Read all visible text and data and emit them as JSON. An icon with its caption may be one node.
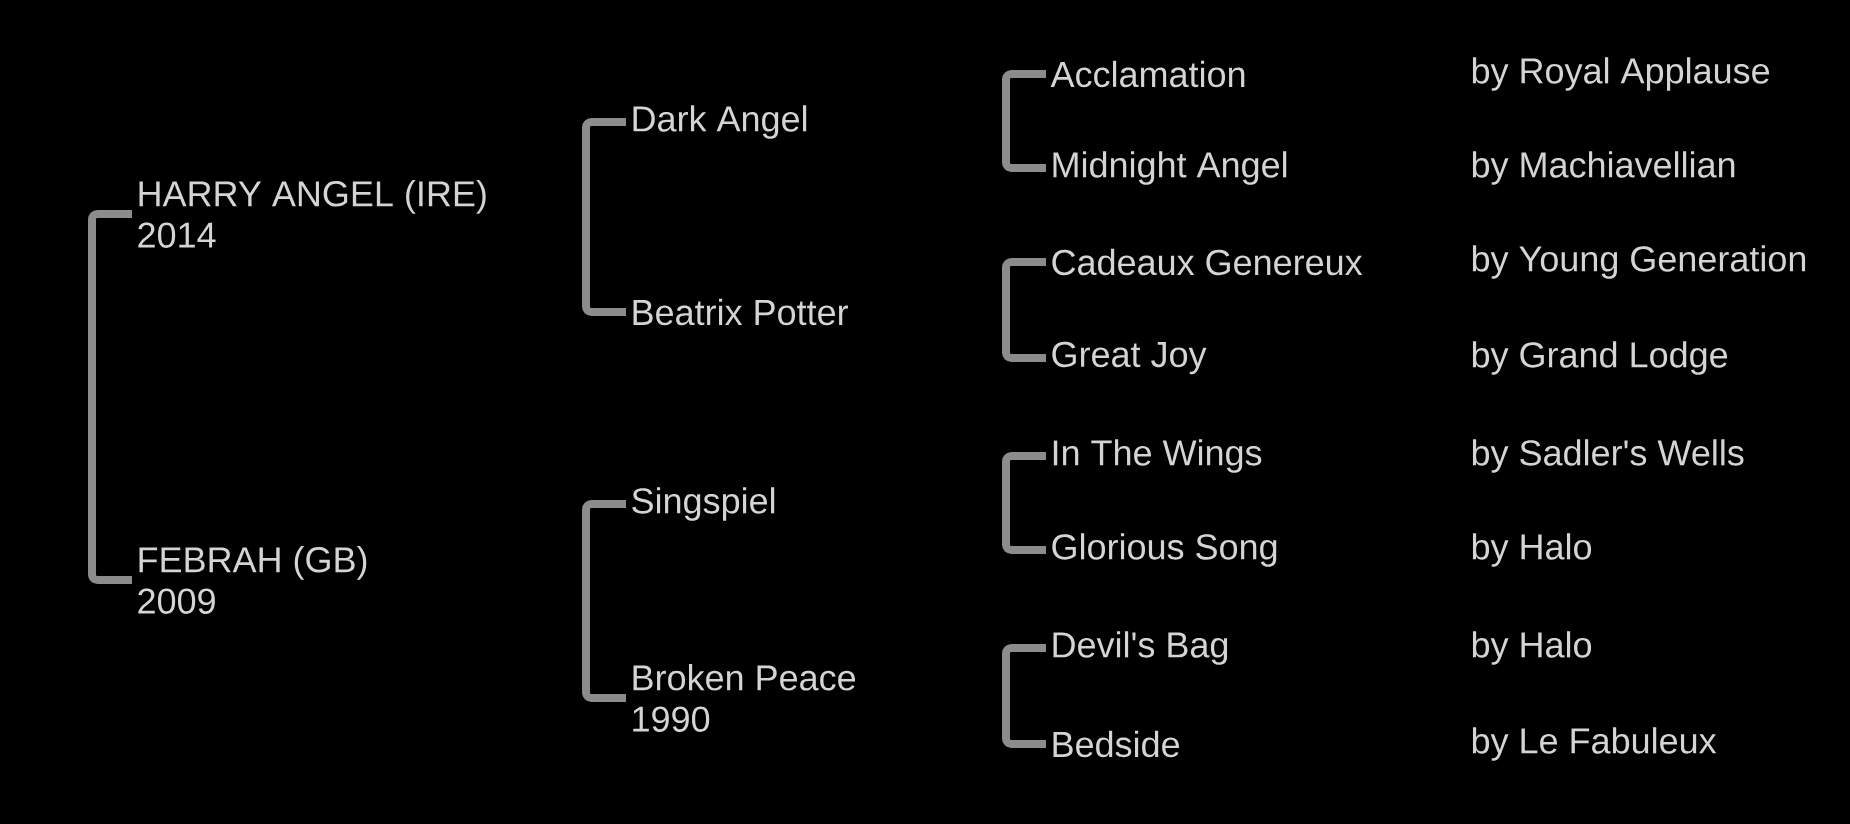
{
  "diagram": {
    "nodes": [
      {
        "text": [
          "HARRY ANGEL (IRE)",
          "2014"
        ]
      },
      {
        "text": [
          "FEBRAH (GB)",
          "2009"
        ]
      },
      {
        "text": [
          "Dark Angel"
        ]
      },
      {
        "text": [
          "Beatrix Potter"
        ]
      },
      {
        "text": [
          "Singspiel"
        ]
      },
      {
        "text": [
          "Broken Peace",
          "1990"
        ]
      },
      {
        "text": [
          "Acclamation"
        ]
      },
      {
        "text": [
          "Midnight Angel"
        ]
      },
      {
        "text": [
          "Cadeaux Genereux"
        ]
      },
      {
        "text": [
          "Great Joy"
        ]
      },
      {
        "text": [
          "In The Wings"
        ]
      },
      {
        "text": [
          "Glorious Song"
        ]
      },
      {
        "text": [
          "Devil's Bag"
        ]
      },
      {
        "text": [
          "Bedside"
        ]
      }
    ],
    "edges": [
      {
        "from": 0,
        "to": 1,
        "arrow": "none"
      },
      {
        "from": 2,
        "to": 3,
        "arrow": "none"
      },
      {
        "from": 4,
        "to": 5,
        "arrow": "none"
      },
      {
        "from": 6,
        "to": 7,
        "arrow": "none"
      },
      {
        "from": 8,
        "to": 9,
        "arrow": "none"
      },
      {
        "from": 10,
        "to": 11,
        "arrow": "none"
      },
      {
        "from": 12,
        "to": 13,
        "arrow": "none"
      }
    ],
    "labels": [
      "by Royal Applause",
      "by Machiavellian",
      "by Young Generation",
      "by Grand Lodge",
      "by Sadler's Wells",
      "by Halo",
      "by Halo",
      "by Le Fabuleux"
    ]
  }
}
